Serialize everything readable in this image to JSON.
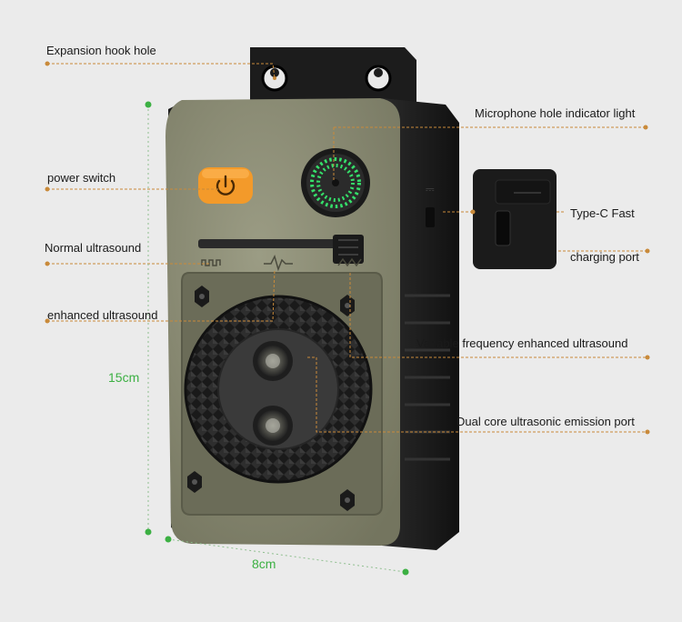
{
  "labels": {
    "expansion_hook_hole": "Expansion hook hole",
    "microphone_hole_indicator_light": "Microphone hole indicator light",
    "power_switch": "power switch",
    "type_c_fast": "Type-C Fast",
    "charging_port": "charging port",
    "normal_ultrasound": "Normal ultrasound",
    "enhanced_ultrasound": "enhanced ultrasound",
    "variable_frequency_enhanced_ultrasound": "Variable frequency enhanced ultrasound",
    "dual_core_ultrasonic_emission_port": "Dual core ultrasonic emission port"
  },
  "dimensions": {
    "height": "15cm",
    "width": "8cm"
  },
  "colors": {
    "background": "#ebebeb",
    "leader_line": "#c98a3a",
    "dimension": "#3cb043",
    "device_body": "#8a8a72",
    "rubber": "#1c1c1c",
    "power_button": "#f39a2a",
    "indicator_ring": "#35e06a"
  },
  "icons": [
    "power-icon",
    "usb-icon",
    "normal-wave-icon",
    "enhanced-wave-icon",
    "variable-wave-icon"
  ]
}
